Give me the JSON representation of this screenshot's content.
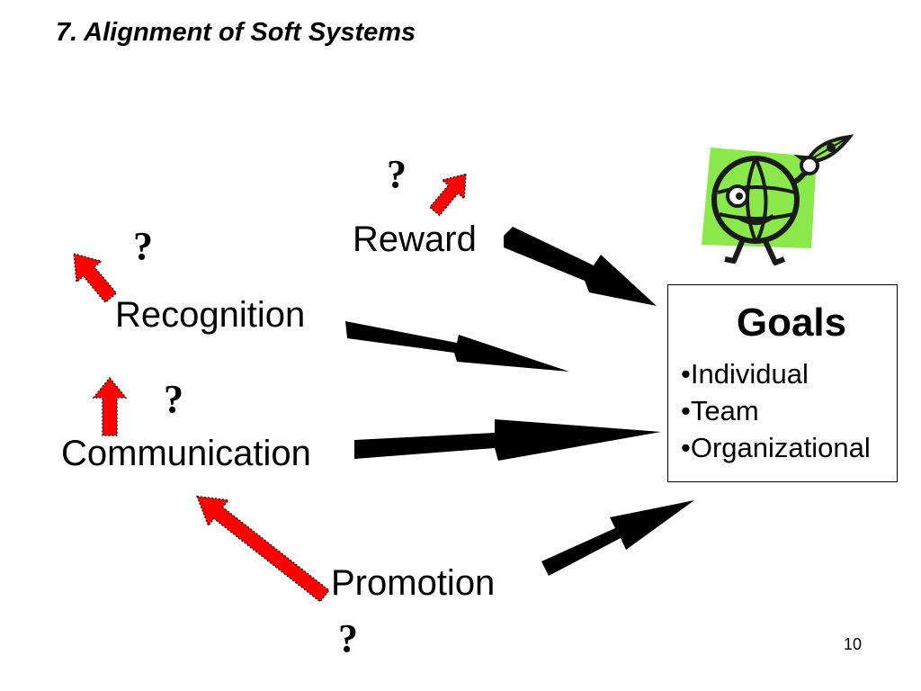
{
  "slide": {
    "title": "7.  Alignment of Soft Systems",
    "page_number": "10"
  },
  "nodes": {
    "reward": "Reward",
    "recognition": "Recognition",
    "communication": "Communication",
    "promotion": "Promotion"
  },
  "question_mark": "?",
  "goals": {
    "title": "Goals",
    "items": [
      "•Individual",
      "•Team",
      "•Organizational"
    ]
  },
  "colors": {
    "red_arrow_fill": "#ff0000",
    "black_arrow_fill": "#000000",
    "clipart_green": "#8be84a",
    "clipart_dark": "#1a1a1a"
  },
  "icons": {
    "clipart": "globe-rocket-icon",
    "red_arrow": "red-dotted-arrow-icon",
    "black_arrow": "black-arrow-icon"
  }
}
